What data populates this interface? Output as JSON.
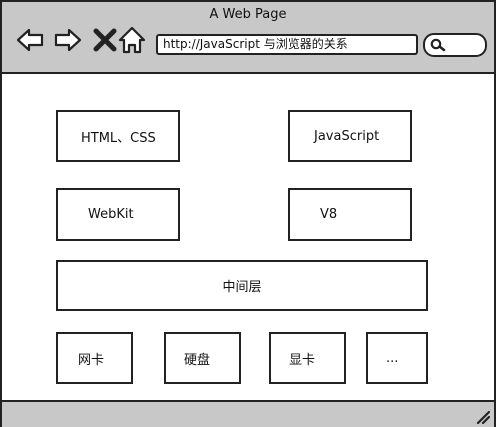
{
  "window": {
    "title": "A Web Page",
    "url": "http://JavaScript 与浏览器的关系"
  },
  "toolbar": {
    "back_icon": "back-arrow-icon",
    "forward_icon": "forward-arrow-icon",
    "close_icon": "close-x-icon",
    "home_icon": "home-icon",
    "search_icon": "search-icon"
  },
  "diagram": {
    "html_css": "HTML、CSS",
    "javascript": "JavaScript",
    "webkit": "WebKit",
    "v8": "V8",
    "middle_layer": "中间层",
    "network_card": "网卡",
    "hard_disk": "硬盘",
    "graphics_card": "显卡",
    "ellipsis": "..."
  }
}
